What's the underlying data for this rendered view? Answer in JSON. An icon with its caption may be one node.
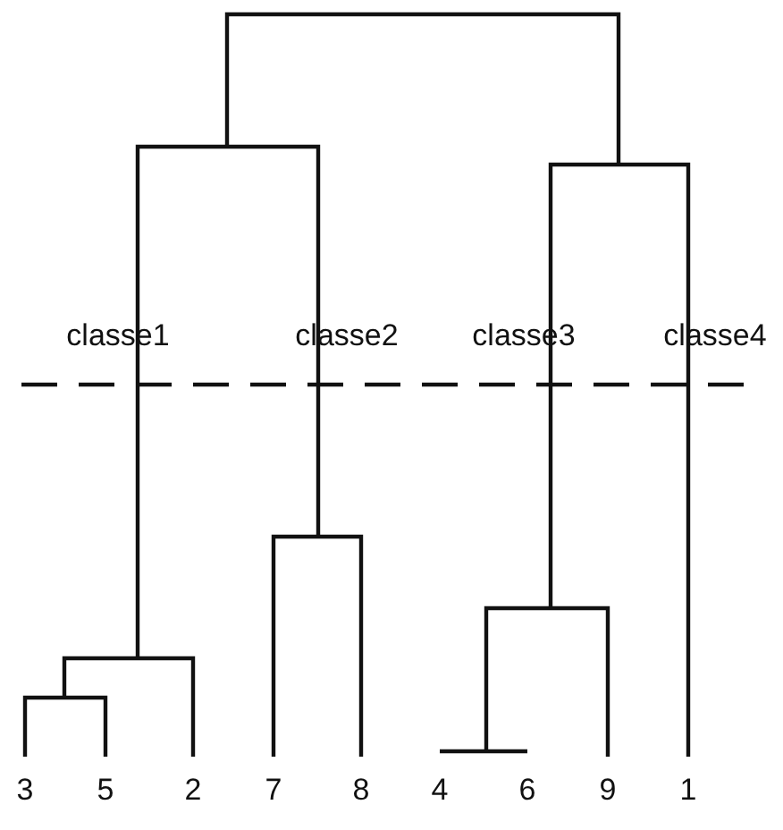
{
  "diagram": {
    "labels": [
      "classe1",
      "classe2",
      "classe3",
      "classe4",
      "3",
      "5",
      "2",
      "7",
      "8",
      "4",
      "6",
      "9",
      "1"
    ]
  }
}
